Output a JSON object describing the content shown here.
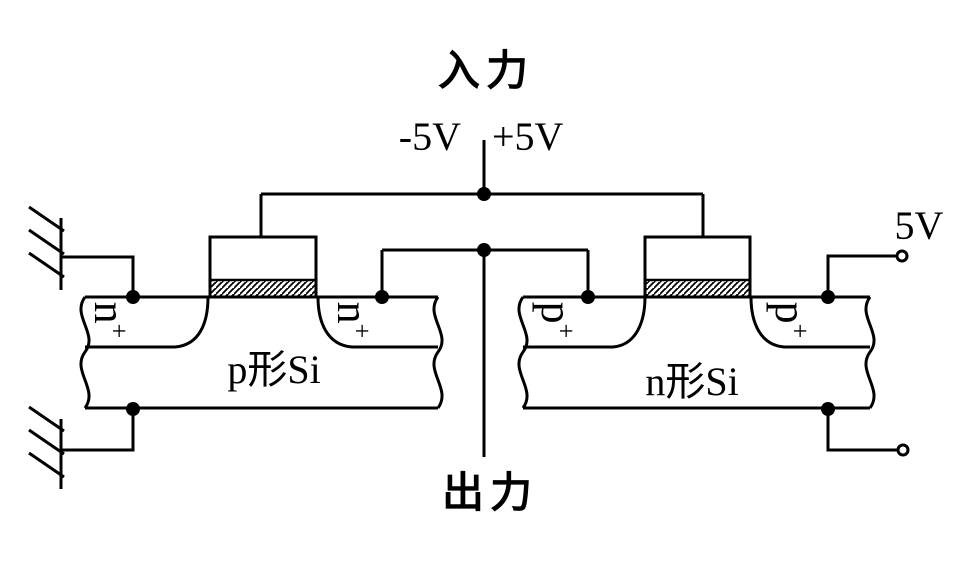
{
  "diagram": {
    "input_title": "入力",
    "input_neg": "-5V",
    "input_pos": "+5V",
    "supply": "5V",
    "output_title": "出力",
    "left_device": {
      "substrate": "p形Si",
      "source_region": {
        "base": "n",
        "sup": "+"
      },
      "drain_region": {
        "base": "n",
        "sup": "+"
      }
    },
    "right_device": {
      "substrate": "n形Si",
      "drain_region": {
        "base": "p",
        "sup": "+"
      },
      "source_region": {
        "base": "p",
        "sup": "+"
      }
    },
    "colors": {
      "line": "#000000",
      "background": "#ffffff"
    }
  }
}
